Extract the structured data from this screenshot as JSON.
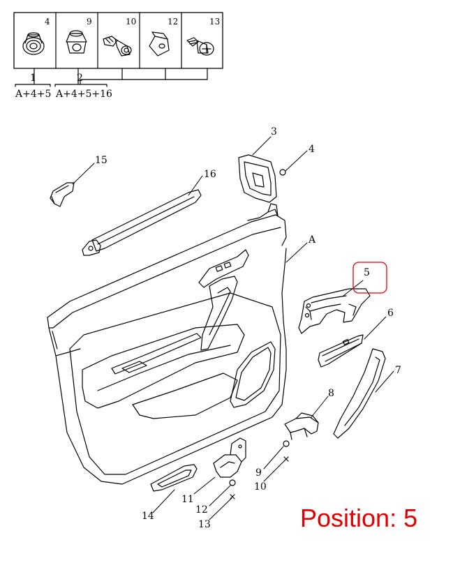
{
  "legend": {
    "cells": [
      {
        "num": "4",
        "icon": "push-nut-clip-icon"
      },
      {
        "num": "9",
        "icon": "plastic-nut-icon"
      },
      {
        "num": "10",
        "icon": "flange-bolt-icon"
      },
      {
        "num": "12",
        "icon": "square-clip-icon"
      },
      {
        "num": "13",
        "icon": "phillips-screw-icon"
      }
    ],
    "kits": [
      {
        "num": "1",
        "formula": "A+4+5"
      },
      {
        "num": "2",
        "formula": "A+4+5+16"
      }
    ]
  },
  "callouts": {
    "c3": "3",
    "c4": "4",
    "c15": "15",
    "c16": "16",
    "cA": "A",
    "c5": "5",
    "c6": "6",
    "c7": "7",
    "c8": "8",
    "c9": "9",
    "c10": "10",
    "c11": "11",
    "c12": "12",
    "c13": "13",
    "c14": "14"
  },
  "highlight_color": "#e00000",
  "position_label": "Position: 5"
}
